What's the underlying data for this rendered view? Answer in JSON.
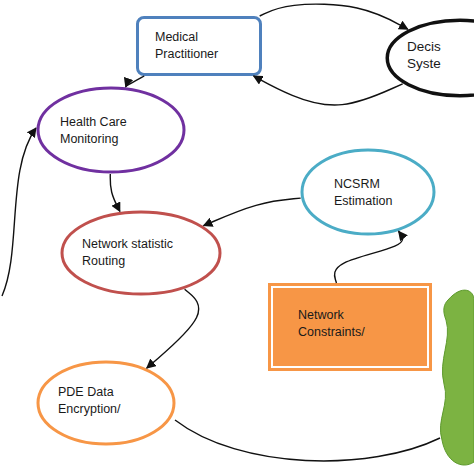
{
  "diagram": {
    "nodes": [
      {
        "text": [
          "Medical Practitioner"
        ]
      },
      {
        "text": [
          "Decis Syste"
        ]
      },
      {
        "text": [
          "Health Care Monitoring"
        ]
      },
      {
        "text": [
          "NCSRM Estimation"
        ]
      },
      {
        "text": [
          "Network statistic Routing"
        ]
      },
      {
        "text": [
          "Network Constraints/"
        ]
      },
      {
        "text": [
          "PDE Data Encryption/"
        ]
      }
    ],
    "edges": [
      {
        "from": 0,
        "to": 2,
        "arrow": "to"
      },
      {
        "from": 1,
        "to": 0,
        "arrow": "to"
      },
      {
        "from": 0,
        "to": 1,
        "arrow": "to"
      },
      {
        "from": 2,
        "to": 4,
        "arrow": "to"
      },
      {
        "from": 3,
        "to": 4,
        "arrow": "to"
      },
      {
        "from": 4,
        "to": 6,
        "arrow": "to"
      },
      {
        "from": 5,
        "to": 3,
        "arrow": "to"
      }
    ]
  }
}
